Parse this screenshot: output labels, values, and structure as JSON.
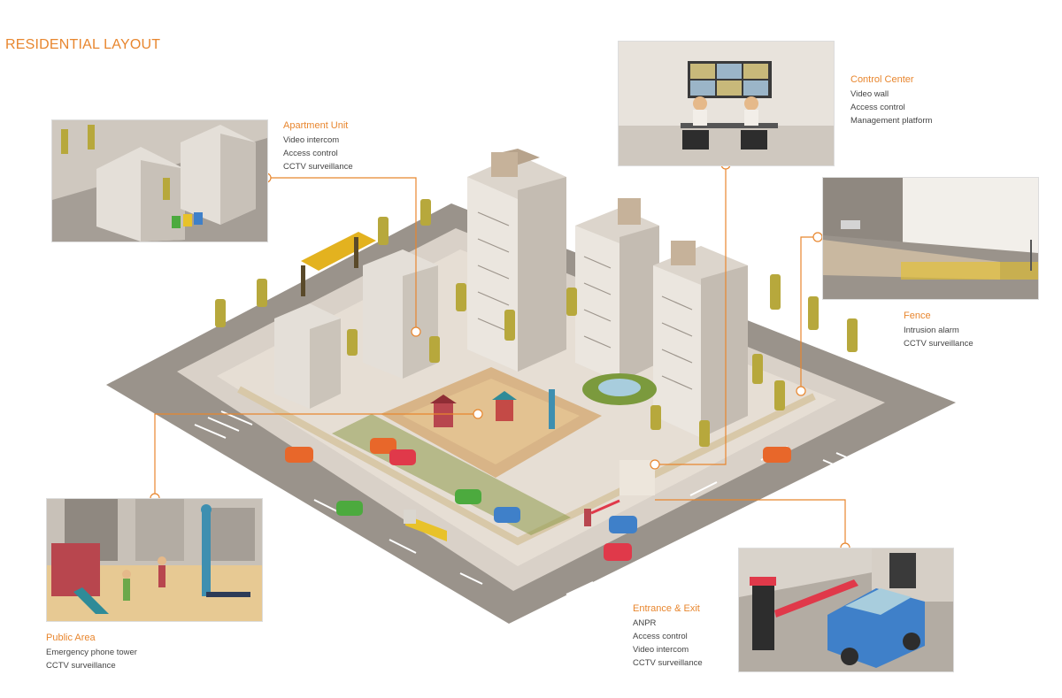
{
  "title": "RESIDENTIAL LAYOUT",
  "accent": "#E8862E",
  "callouts": {
    "apartment_unit": {
      "heading": "Apartment Unit",
      "items": [
        "Video intercom",
        "Access control",
        "CCTV surveillance"
      ]
    },
    "control_center": {
      "heading": "Control Center",
      "items": [
        "Video wall",
        "Access control",
        "Management platform"
      ]
    },
    "fence": {
      "heading": "Fence",
      "items": [
        "Intrusion alarm",
        "CCTV surveillance"
      ]
    },
    "public_area": {
      "heading": "Public Area",
      "items": [
        "Emergency phone tower",
        "CCTV surveillance"
      ]
    },
    "entrance_exit": {
      "heading": "Entrance & Exit",
      "items": [
        "ANPR",
        "Access control",
        "Video intercom",
        "CCTV surveillance"
      ]
    }
  }
}
